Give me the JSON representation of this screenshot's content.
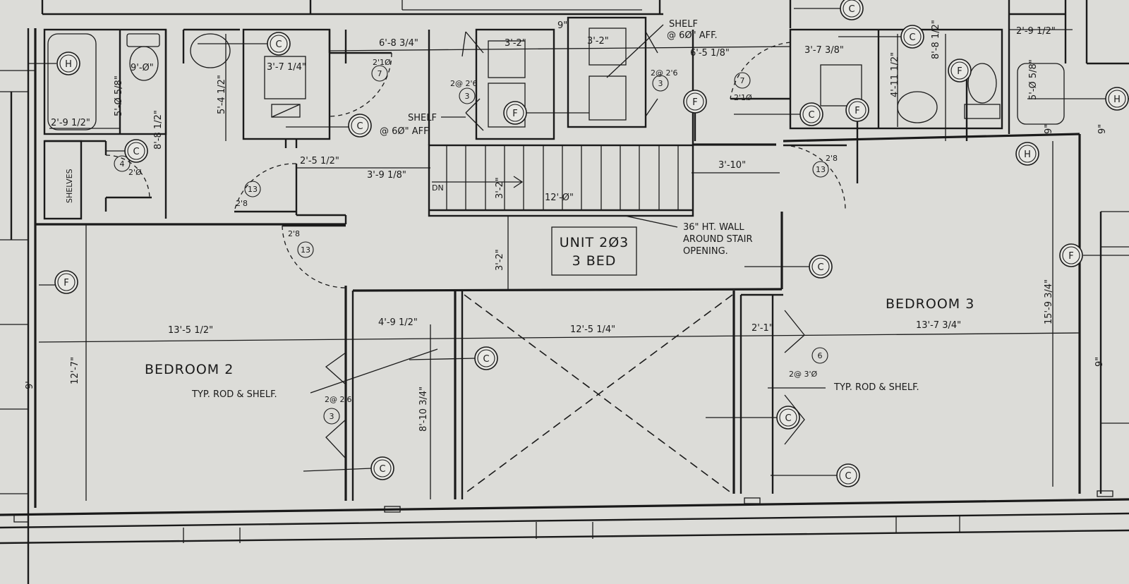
{
  "unit": {
    "line1": "UNIT 2Ø3",
    "line2": "3 BED"
  },
  "rooms": {
    "bedroom2": "BEDROOM 2",
    "bedroom3": "BEDROOM 3"
  },
  "notes": {
    "shelf_a_1": "SHELF",
    "shelf_a_2": "@ 6Ø\" AFF.",
    "shelf_b_1": "SHELF",
    "shelf_b_2": "@ 6Ø\" AFF.",
    "stair_wall_1": "36\" HT. WALL",
    "stair_wall_2": "AROUND STAIR",
    "stair_wall_3": "OPENING.",
    "rod_shelf_left": "TYP. ROD & SHELF.",
    "rod_shelf_right": "TYP. ROD & SHELF.",
    "shelves": "SHELVES",
    "dn": "DN"
  },
  "dims": {
    "d1": "6'-8 3/4\"",
    "d2": "3'-2\"",
    "d3": "3'-2\"",
    "d4": "6'-5 1/8\"",
    "d5": "3'-7 3/8\"",
    "d6": "2'-9 1/2\"",
    "d7": "8'-8 1/2\"",
    "d8": "4'-11 1/2\"",
    "d9": "9'-Ø\"",
    "d10": "3'-7 1/4\"",
    "d11": "5'-4 1/2\"",
    "d12": "5'-Ø 5/8\"",
    "d13": "8'-8 1/2\"",
    "d14": "2'-9 1/2\"",
    "d15": "5'-Ø 5/8\"",
    "d16": "2'-5 1/2\"",
    "d17": "3'-9 1/8\"",
    "d18": "3'-2\"",
    "d19": "12'-Ø\"",
    "d20": "3'-10\"",
    "d21": "3'-2\"",
    "d22": "13'-5 1/2\"",
    "d23": "4'-9 1/2\"",
    "d24": "12'-5 1/4\"",
    "d25": "2'-1\"",
    "d26": "13'-7 3/4\"",
    "d27": "15'-9 3/4\"",
    "d28": "12'-7\"",
    "d29": "8'-10 3/4\"",
    "d30": "9\"",
    "d31": "9\"",
    "d32": "9\"",
    "d33": "9\"",
    "d34": "9'"
  },
  "doors": {
    "dr1": "2'1Ø",
    "dr2": "2@ 2'6",
    "dr3": "2@ 2'6",
    "dr4": "2'1Ø",
    "dr5": "2'Ø",
    "dr6": "2'8",
    "dr7": "2'8",
    "dr8": "2'8",
    "dr9": "2@ 2'6",
    "dr10": "2@ 3'Ø"
  },
  "door_tags": {
    "n7a": "7",
    "n3a": "3",
    "n3b": "3",
    "n7b": "7",
    "n4": "4",
    "n13a": "13",
    "n13b": "13",
    "n13c": "13",
    "n3c": "3",
    "n6": "6"
  },
  "tags": {
    "c": "C",
    "f": "F",
    "h": "H"
  },
  "colors": {
    "paper": "#dcdcd8",
    "ink": "#1a1a1a"
  }
}
